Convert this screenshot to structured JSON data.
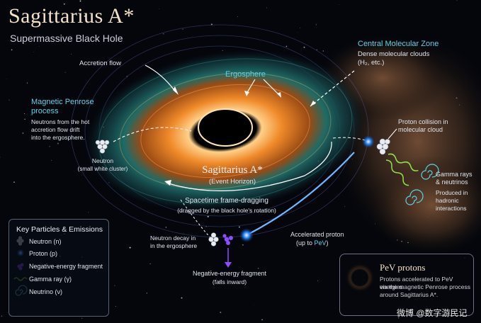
{
  "title": "Sagittarius A*",
  "subtitle": "Supermassive Black Hole",
  "labels": {
    "accretion_flow": "Accretion flow",
    "ergosphere": "Ergosphere",
    "cmz_title": "Central Molecular Zone",
    "cmz_l1": "Dense molecular clouds",
    "cmz_l2": "(H₂, etc.)",
    "penrose_title1": "Magnetic Penrose",
    "penrose_title2": "process",
    "penrose_l1": "Neutrons from the hot",
    "penrose_l2": "accretion flow drift",
    "penrose_l3": "into the ergosphere.",
    "neutron": "Neutron",
    "neutron_sub": "(small white cluster)",
    "center_name": "Sagittarius A*",
    "center_sub": "(Event Horizon)",
    "frame_title": "Spacetime frame-dragging",
    "frame_sub": "(dragged by the black hole's rotation)",
    "collision_l1": "Proton collision in",
    "collision_l2": "molecular cloud",
    "gamma_l1": "Gamma rays",
    "gamma_l2": "& neutrinos",
    "gamma_l3": "Produced in",
    "gamma_l4": "hadronic",
    "gamma_l5": "interactions",
    "decay_l1": "Neutron decay in",
    "decay_l2": "in the ergosphere",
    "neg_l1": "Negative-energy fragment",
    "neg_l2": "(falls inward)",
    "acc_l1": "Accelerated proton",
    "acc_l2_pre": "(up to ",
    "acc_l2_pev": "PeV",
    "acc_l2_post": ")"
  },
  "legend": {
    "title": "Key Particles & Emissions",
    "items": [
      {
        "label": "Neutron (n)",
        "icon": "neutron-icon"
      },
      {
        "label": "Proton (p)",
        "icon": "proton-icon"
      },
      {
        "label": "Negative-energy fragment",
        "icon": "fragment-icon"
      },
      {
        "label": "Gamma ray (γ)",
        "icon": "gamma-wave-icon"
      },
      {
        "label": "Neutrino (ν)",
        "icon": "neutrino-spiral-icon"
      }
    ]
  },
  "pev_box": {
    "title": "PeV protons",
    "l1": "Protons accelerated to PeV energies",
    "l2": "via the magnetic Penrose process",
    "l3": "around Sagittarius A*."
  },
  "watermark": "微博 @数字游民记",
  "colors": {
    "accent_cyan": "#5fd3e6",
    "disk_orange": "#f08a2a",
    "ergosphere_teal": "#2aa39a",
    "proton_blue": "#2d8cff",
    "fragment_purple": "#8a4dff",
    "gamma_green": "#8fe04a"
  }
}
